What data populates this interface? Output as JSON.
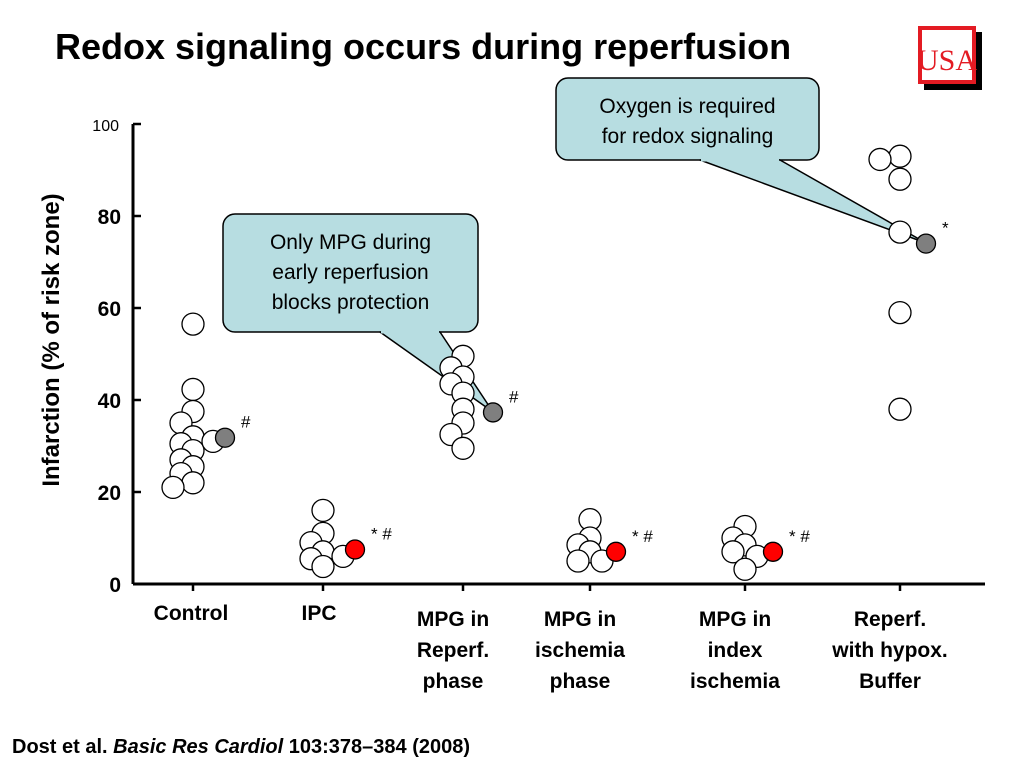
{
  "slide": {
    "title": "Redox signaling occurs during reperfusion",
    "logo_text": "USA",
    "citation": {
      "authors": "Dost et al. ",
      "journal": "Basic Res Cardiol",
      "ref": " 103:378–384 (2008)"
    }
  },
  "callouts": [
    {
      "lines": [
        "Only MPG during",
        "early reperfusion",
        "blocks protection"
      ]
    },
    {
      "lines": [
        "Oxygen is required",
        "for redox signaling"
      ]
    }
  ],
  "colors": {
    "open_marker": "#ffffff",
    "gray_marker": "#7f7f7f",
    "red_marker": "#ff0000",
    "callout_fill": "#b7dde1",
    "logo_red": "#e31b23"
  },
  "chart_data": {
    "type": "scatter",
    "ylabel": "Infarction (% of risk zone)",
    "ylim": [
      0,
      100
    ],
    "yticks": [
      0,
      20,
      40,
      60,
      80,
      100
    ],
    "grid": false,
    "categories": [
      {
        "lines": [
          "Control"
        ]
      },
      {
        "lines": [
          "IPC"
        ]
      },
      {
        "lines": [
          "MPG in",
          "Reperf.",
          "phase"
        ]
      },
      {
        "lines": [
          "MPG in",
          "ischemia",
          "phase"
        ]
      },
      {
        "lines": [
          "MPG in",
          "index",
          "ischemia"
        ]
      },
      {
        "lines": [
          "Reperf.",
          "with hypox.",
          "Buffer"
        ]
      }
    ],
    "groups": [
      {
        "individual": [
          56.5,
          42.3,
          37.5,
          35.0,
          32.0,
          30.5,
          29.0,
          27.0,
          25.5,
          24.0,
          22.0,
          21.0,
          31.0
        ],
        "mean": 31.8,
        "mean_color": "gray",
        "annotation": "#"
      },
      {
        "individual": [
          16.0,
          11.0,
          9.0,
          7.0,
          5.5,
          3.8,
          6.0
        ],
        "mean": 7.5,
        "mean_color": "red",
        "annotation": "* #"
      },
      {
        "individual": [
          49.5,
          47.0,
          45.0,
          43.5,
          41.5,
          38.0,
          35.0,
          32.5,
          29.5
        ],
        "mean": 37.3,
        "mean_color": "gray",
        "annotation": "#"
      },
      {
        "individual": [
          14.0,
          10.0,
          8.5,
          7.0,
          5.0,
          5.0
        ],
        "mean": 7.0,
        "mean_color": "red",
        "annotation": "* #"
      },
      {
        "individual": [
          12.5,
          10.0,
          8.5,
          7.0,
          6.0,
          3.2
        ],
        "mean": 7.0,
        "mean_color": "red",
        "annotation": "* #"
      },
      {
        "individual": [
          93.0,
          92.3,
          88.0,
          76.5,
          59.0,
          38.0
        ],
        "mean": 74.0,
        "mean_color": "gray",
        "annotation": "*"
      }
    ]
  }
}
